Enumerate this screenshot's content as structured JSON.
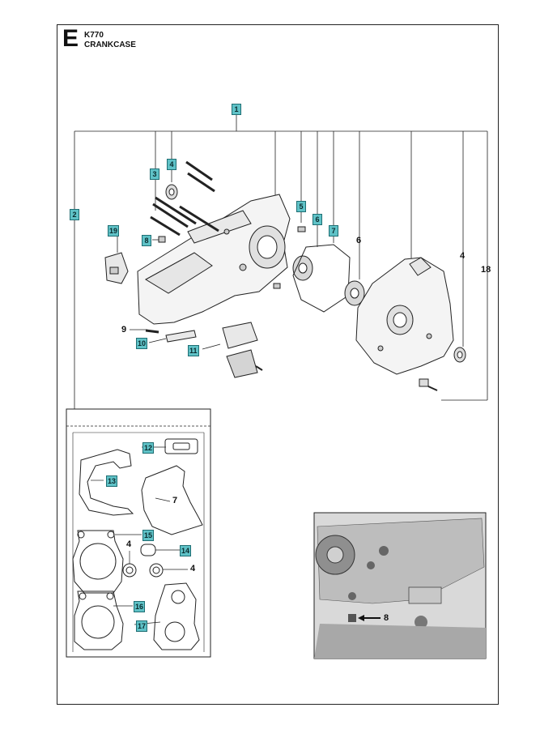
{
  "header": {
    "section_letter": "E",
    "model": "K770",
    "title": "CRANKCASE"
  },
  "callouts": {
    "c1": "1",
    "c2": "2",
    "c3": "3",
    "c4a": "4",
    "c5": "5",
    "c6a": "6",
    "c7a": "7",
    "c6b": "6",
    "c4b": "4",
    "c18": "18",
    "c19": "19",
    "c8a": "8",
    "c9": "9",
    "c10": "10",
    "c11": "11",
    "c12": "12",
    "c13": "13",
    "c7b": "7",
    "c15": "15",
    "c14": "14",
    "c4c": "4",
    "c4d": "4",
    "c16": "16",
    "c17": "17",
    "c8b": "8"
  },
  "colors": {
    "tag_fill": "#5fc2c7",
    "line": "#222222",
    "photo_bg": "#d9d9d9"
  }
}
